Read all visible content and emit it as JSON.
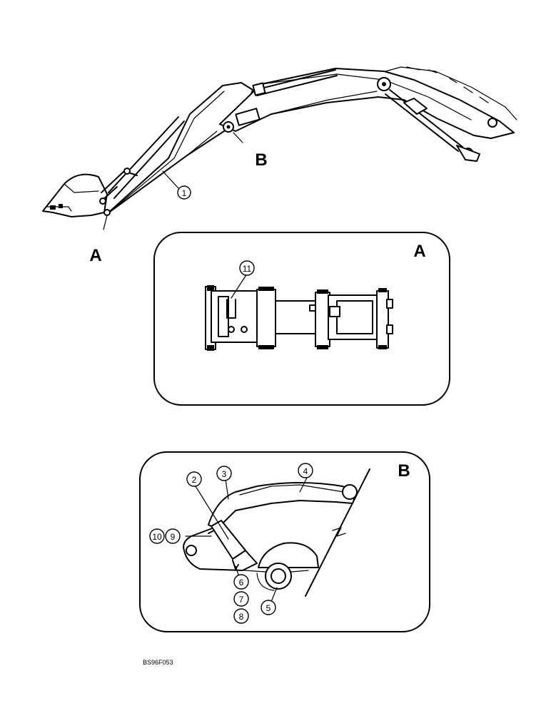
{
  "figure": {
    "main_view": {
      "callouts": [
        "1"
      ],
      "view_markers": [
        "A",
        "B"
      ]
    },
    "detail_a": {
      "letter": "A",
      "callouts": [
        "11"
      ]
    },
    "detail_b": {
      "letter": "B",
      "callouts": [
        "2",
        "3",
        "4",
        "10",
        "9",
        "6",
        "7",
        "8",
        "5"
      ]
    },
    "figure_code": "BS96F053"
  }
}
